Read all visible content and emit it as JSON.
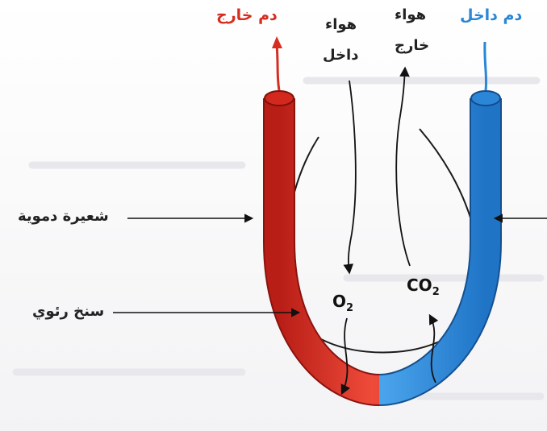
{
  "labels": {
    "blood_out": "دم خارج",
    "blood_in": "دم داخل",
    "air_in_line1": "هواء",
    "air_in_line2": "داخل",
    "air_out_line1": "هواء",
    "air_out_line2": "خارج",
    "capillary": "شعيرة دموية",
    "alveolar_surface": "سنخ رئوي",
    "o2_base": "O",
    "o2_sub": "2",
    "co2_base": "CO",
    "co2_sub": "2"
  },
  "colors": {
    "oxygenated_blood": "#e8352a",
    "deoxygenated_blood": "#2f8ee0",
    "label_red": "#d62d20",
    "label_blue": "#2a86d6"
  }
}
